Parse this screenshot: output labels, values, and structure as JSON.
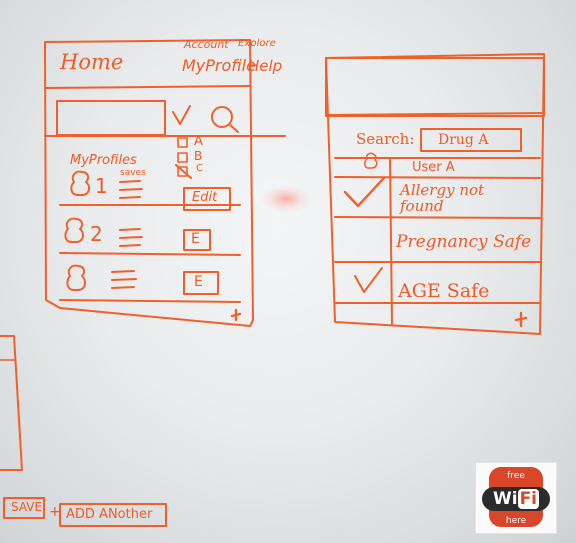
{
  "left_sketch": {
    "home": "Home",
    "account": "Account",
    "explore": "Explore",
    "myprofile": "MyProfile",
    "help": "Help",
    "option_a": "A",
    "option_b": "B",
    "option_c": "C",
    "my_profiles": "MyProfiles",
    "save_note": "saves",
    "profile_1_num": "1",
    "profile_2_num": "2",
    "edit_label": "Edit",
    "edit_short_1": "E",
    "edit_short_2": "E"
  },
  "right_sketch": {
    "search_label": "Search:",
    "search_value": "Drug A",
    "user_label": "User A",
    "row_1": "Allergy not found",
    "row_2": "Pregnancy Safe",
    "row_3": "AGE Safe"
  },
  "bottom_buttons": {
    "save": "SAVE",
    "plus": "+",
    "add_another": "ADD ANother"
  },
  "wifi_sign": {
    "top": "free",
    "wi": "Wi",
    "fi": "Fi",
    "bottom": "here"
  },
  "colors": {
    "marker": "#f0602a",
    "board": "#e8eaeb"
  }
}
